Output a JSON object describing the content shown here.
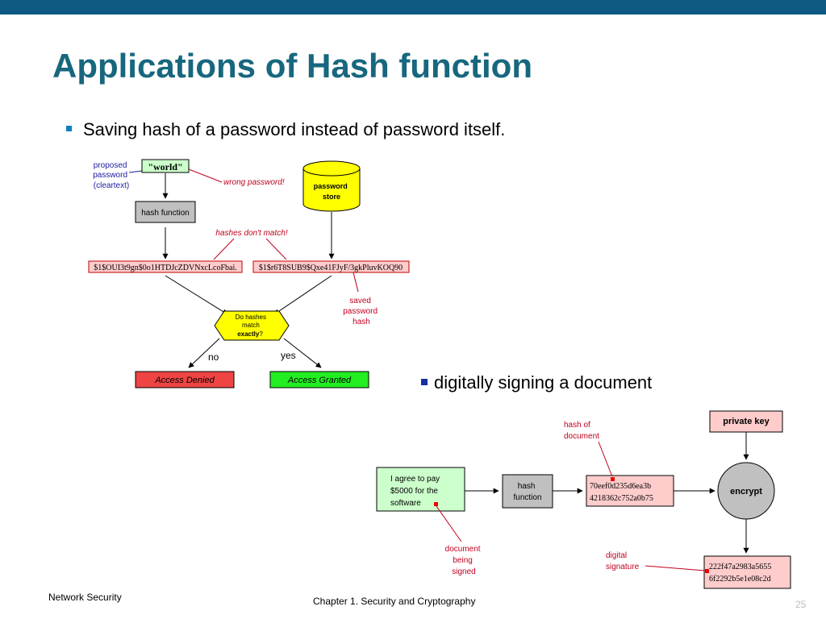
{
  "slide": {
    "title": "Applications of Hash function",
    "bullet1": "Saving hash of a password instead of password itself.",
    "bullet2": "digitally signing a document",
    "footer_left": "Network Security",
    "footer_center": "Chapter 1. Security and Cryptography",
    "page_number": "25"
  },
  "diagram1": {
    "proposed_label": [
      "proposed",
      "password",
      "(cleartext)"
    ],
    "world": "\"world\"",
    "wrong_password": "wrong password!",
    "hash_function": "hash function",
    "store": [
      "password",
      "store"
    ],
    "hashes_dont_match": "hashes don't match!",
    "hash_left": "$1$OUI3t9gn$0o1HTDJcZDVNxcLcoFbai.",
    "hash_right": "$1$r6T8SUB9$Qxe41FJyF/3gkPluvKOQ90",
    "saved_hash": [
      "saved",
      "password",
      "hash"
    ],
    "decision": [
      "Do hashes",
      "match",
      "exactly",
      "?"
    ],
    "no": "no",
    "yes": "yes",
    "denied": "Access Denied",
    "granted": "Access Granted",
    "colors": {
      "accent_text": "#c0001f",
      "label_blue": "#1a1aa0",
      "yellow": "#ffff00",
      "green_box": "#22ee22",
      "red_box": "#ee4444"
    }
  },
  "diagram2": {
    "hash_of": [
      "hash of",
      "document"
    ],
    "private_key": "private key",
    "document_text": [
      "I agree to pay",
      "$5000 for the",
      "software"
    ],
    "hash_function": [
      "hash",
      "function"
    ],
    "hash_value": [
      "70eef0d235d6ea3b",
      "4218362c752a0b75"
    ],
    "encrypt": "encrypt",
    "document_label": [
      "document",
      "being",
      "signed"
    ],
    "digital_signature": [
      "digital",
      "signature"
    ],
    "signature_value": [
      "222f47a2983a5655",
      "6f2292b5e1e08c2d"
    ],
    "colors": {
      "doc_fill": "#ccffcc",
      "pink": "#ffcccc",
      "gray": "#c0c0c0",
      "red_text": "#c0001f"
    }
  }
}
